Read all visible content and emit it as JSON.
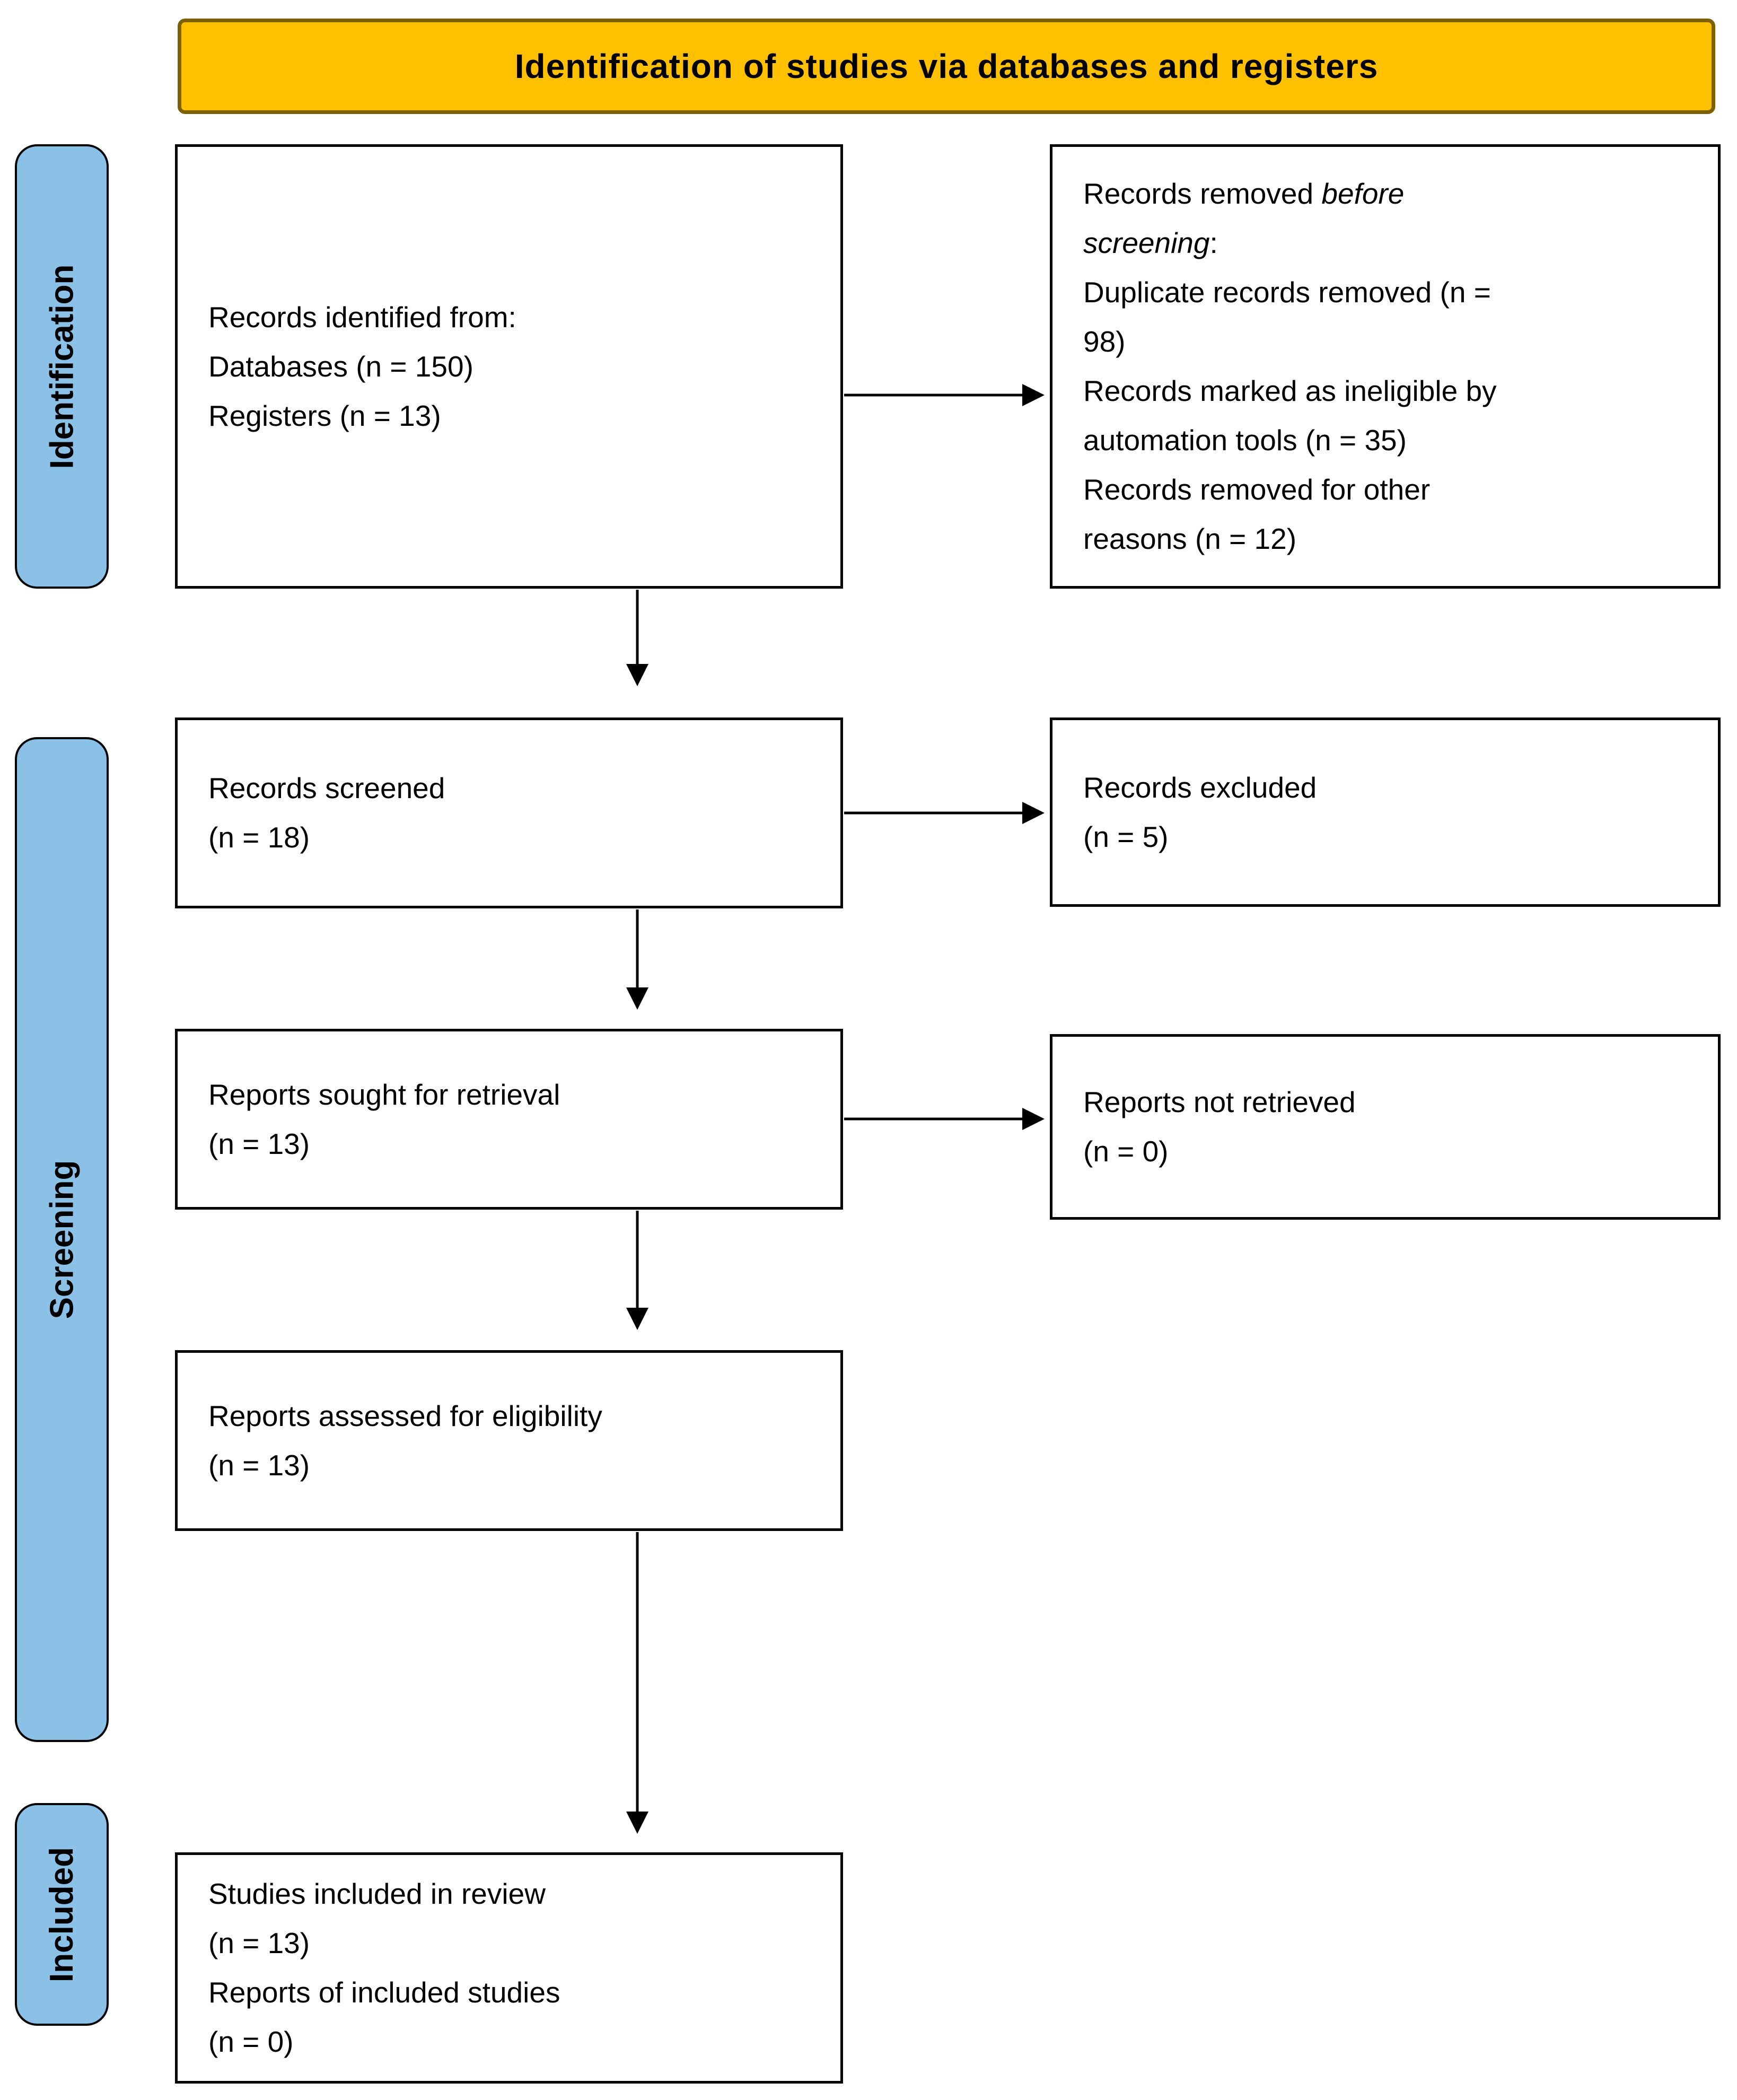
{
  "banner": {
    "title": "Identification of studies via databases and registers"
  },
  "sidebar": {
    "identification_label": "Identification",
    "screening_label": "Screening",
    "included_label": "Included"
  },
  "boxes": {
    "records_identified": {
      "lines": [
        "Records identified from:",
        "Databases (n = 150)",
        "Registers (n = 13)"
      ]
    },
    "records_removed": {
      "lines": [
        {
          "runs": [
            {
              "t": "Records removed "
            },
            {
              "t": "before",
              "i": true
            }
          ]
        },
        {
          "runs": [
            {
              "t": "screening",
              "i": true
            },
            {
              "t": ":"
            }
          ]
        },
        {
          "runs": [
            {
              "t": "Duplicate records removed  (n ="
            }
          ]
        },
        {
          "runs": [
            {
              "t": "98)"
            }
          ]
        },
        {
          "runs": [
            {
              "t": "Records marked as ineligible by"
            }
          ]
        },
        {
          "runs": [
            {
              "t": "automation tools (n = 35)"
            }
          ]
        },
        {
          "runs": [
            {
              "t": "Records removed for other"
            }
          ]
        },
        {
          "runs": [
            {
              "t": "reasons (n = 12)"
            }
          ]
        }
      ]
    },
    "records_screened": {
      "lines": [
        "Records screened",
        "(n = 18)"
      ]
    },
    "records_excluded": {
      "lines": [
        "Records excluded",
        "(n = 5)"
      ]
    },
    "reports_sought": {
      "lines": [
        "Reports sought for retrieval",
        "(n = 13)"
      ]
    },
    "reports_not_retrieved": {
      "lines": [
        "Reports not retrieved",
        "(n = 0)"
      ]
    },
    "reports_assessed": {
      "lines": [
        "Reports assessed for eligibility",
        "(n = 13)"
      ]
    },
    "studies_included": {
      "lines": [
        "Studies included in review",
        "(n = 13)",
        "Reports of included studies",
        "(n = 0)"
      ]
    }
  },
  "colors": {
    "banner_fill": "#FFC000",
    "banner_border": "#7F6000",
    "stage_fill": "#8CC1E7",
    "line_color": "#000000",
    "page_bg": "#FFFFFF"
  }
}
